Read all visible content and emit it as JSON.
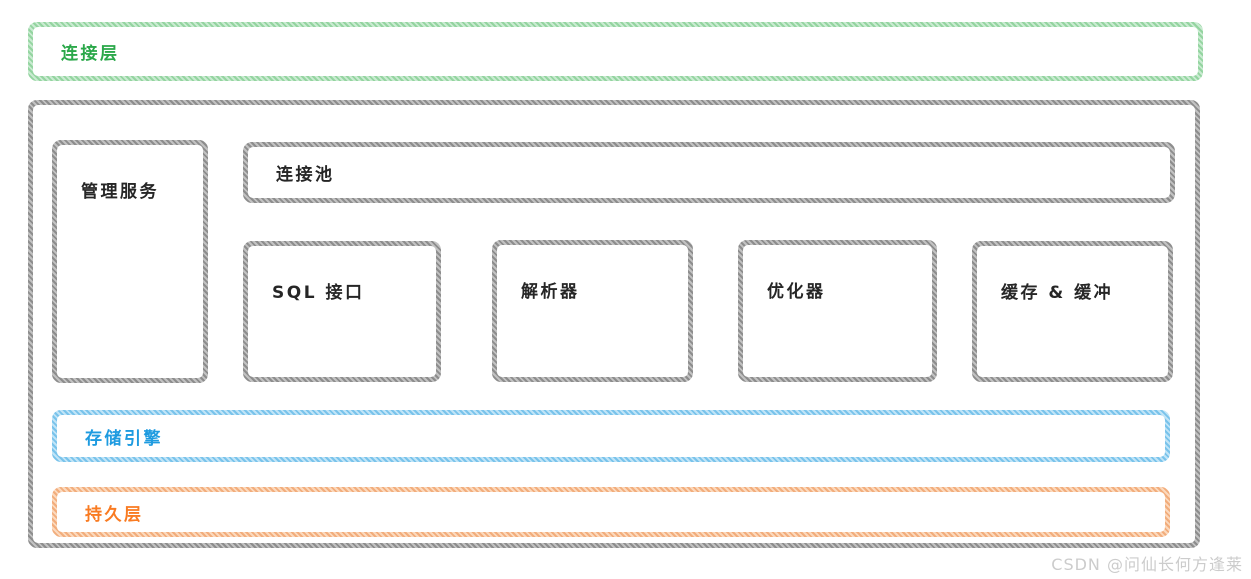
{
  "diagram": {
    "connection_layer": {
      "label": "连接层",
      "text_color": "#2ba84a",
      "border_color": "#9fd9a8"
    },
    "server_layer": {
      "border_color": "#9a9a9a",
      "management_services": {
        "label": "管理服务",
        "text_color": "#262626"
      },
      "connection_pool": {
        "label": "连接池",
        "text_color": "#262626"
      },
      "components": [
        {
          "label": "SQL 接口"
        },
        {
          "label": "解析器"
        },
        {
          "label": "优化器"
        },
        {
          "label": "缓存 & 缓冲"
        }
      ],
      "storage_engine": {
        "label": "存储引擎",
        "text_color": "#1e9be0",
        "border_color": "#8ecdf0"
      },
      "persistence_layer": {
        "label": "持久层",
        "text_color": "#f97b22",
        "border_color": "#f6be93"
      }
    },
    "watermark": {
      "text": "CSDN @问仙长何方逢莱",
      "color": "#cccccc"
    }
  }
}
